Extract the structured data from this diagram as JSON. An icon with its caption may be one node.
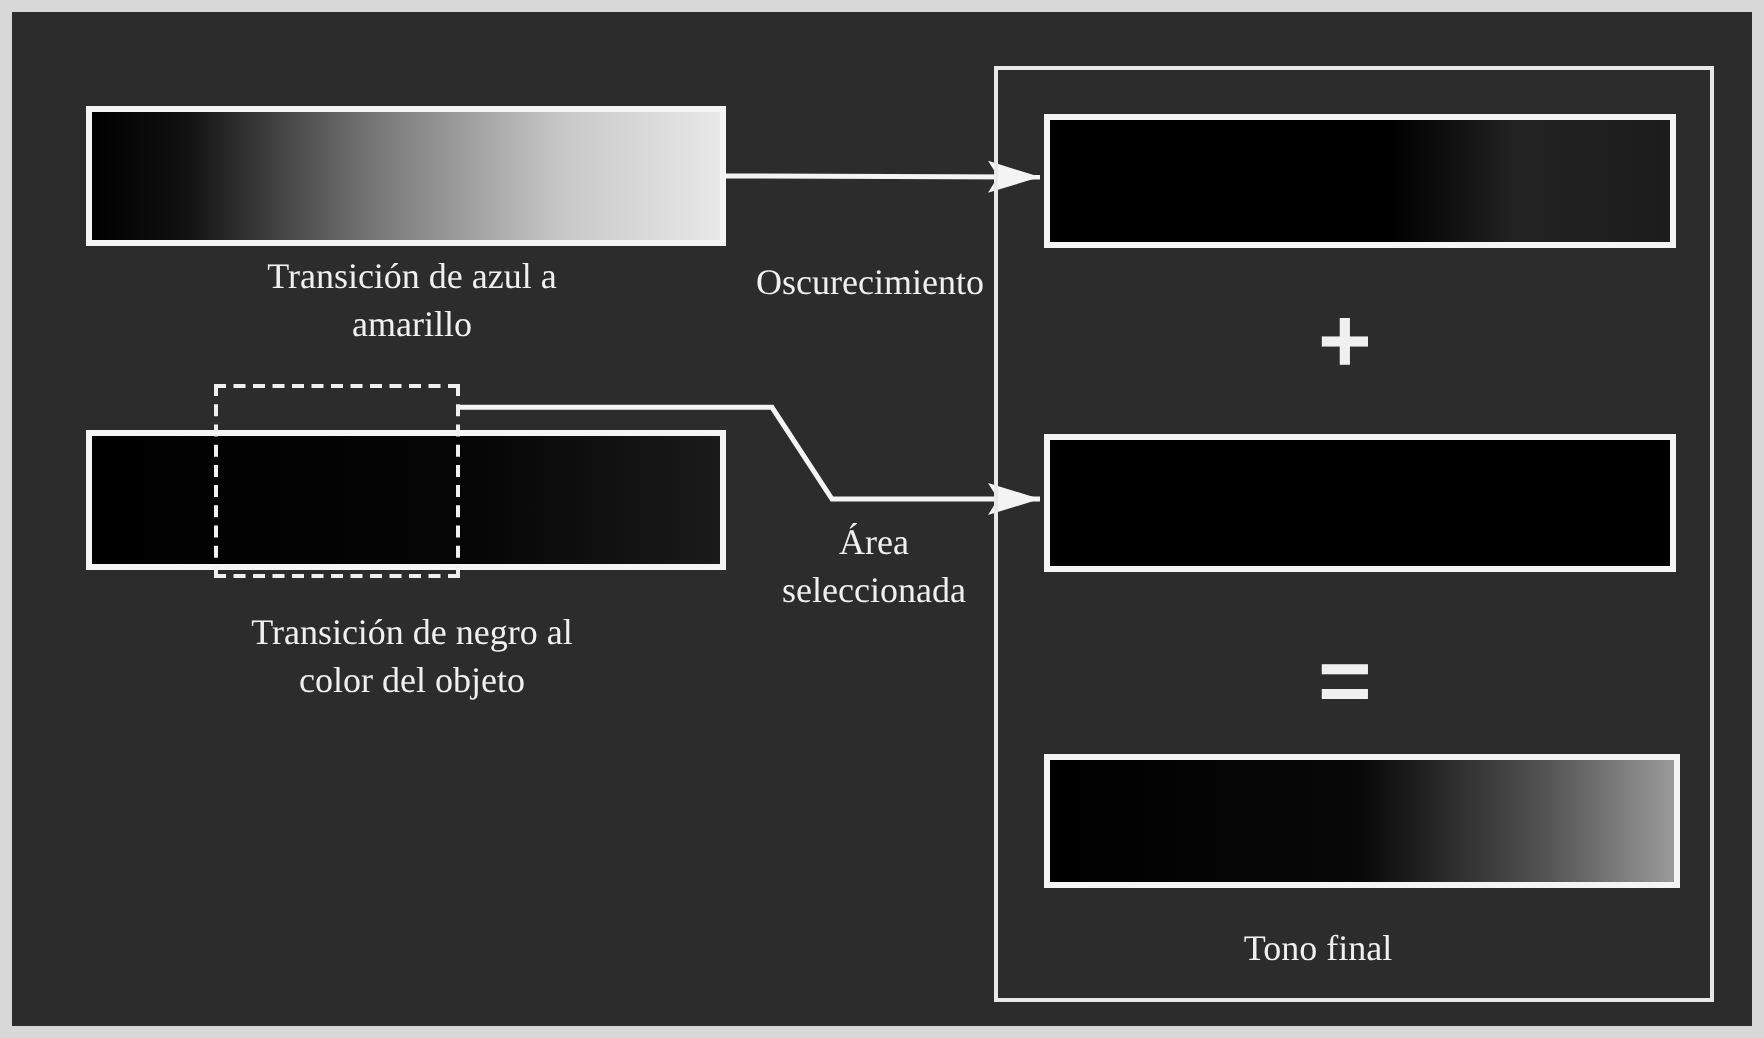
{
  "diagram": {
    "nodes": [
      {
        "text": [],
        "shape": "bar",
        "beside": [
          "Transición de azul a amarillo"
        ]
      },
      {
        "text": [],
        "shape": "bar",
        "beside": [
          "Transición de negro al color del objeto"
        ]
      },
      {
        "text": [],
        "shape": "box"
      },
      {
        "text": [],
        "shape": "box"
      },
      {
        "text": [],
        "shape": "bar",
        "in": 3
      },
      {
        "text": [],
        "shape": "bar",
        "in": 3
      },
      {
        "text": [],
        "shape": "bar",
        "in": 3,
        "beside": [
          "Tono final"
        ]
      }
    ],
    "edges": [
      {
        "from": 0,
        "to": 4,
        "arrow": "to",
        "label": "Oscurecimiento"
      },
      {
        "from": 2,
        "to": 5,
        "arrow": "to",
        "label": "Área seleccionada"
      }
    ],
    "labels": [
      "+",
      "="
    ]
  }
}
